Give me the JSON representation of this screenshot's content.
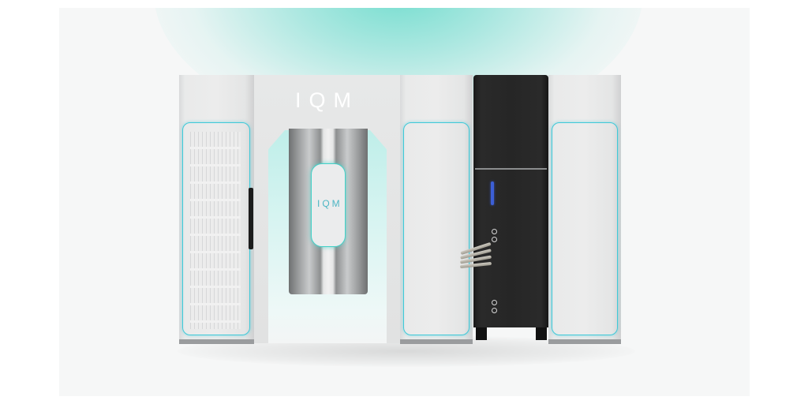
{
  "scene": {
    "description": "Product render of IQM quantum computer system",
    "brand_logo_text": "IQM",
    "cryostat_logo_text": "IQM",
    "colors": {
      "background": "#f6f7f7",
      "frame": "#ffffff",
      "glow_teal": "#6edccd",
      "accent_cyan": "#3fc9d8",
      "rack_black": "#262626",
      "handle_blue": "#3c5fd6",
      "cabinet_white": "#ececec"
    }
  },
  "components": [
    {
      "name": "left-cabinet",
      "type": "vented white cabinet"
    },
    {
      "name": "central-gate",
      "type": "arched frame with logo"
    },
    {
      "name": "cryostat",
      "type": "dilution refrigerator cylinder"
    },
    {
      "name": "right-cabinet",
      "type": "white cabinet"
    },
    {
      "name": "control-rack",
      "type": "black electronics rack"
    },
    {
      "name": "far-right-cabinet",
      "type": "white cabinet"
    }
  ]
}
